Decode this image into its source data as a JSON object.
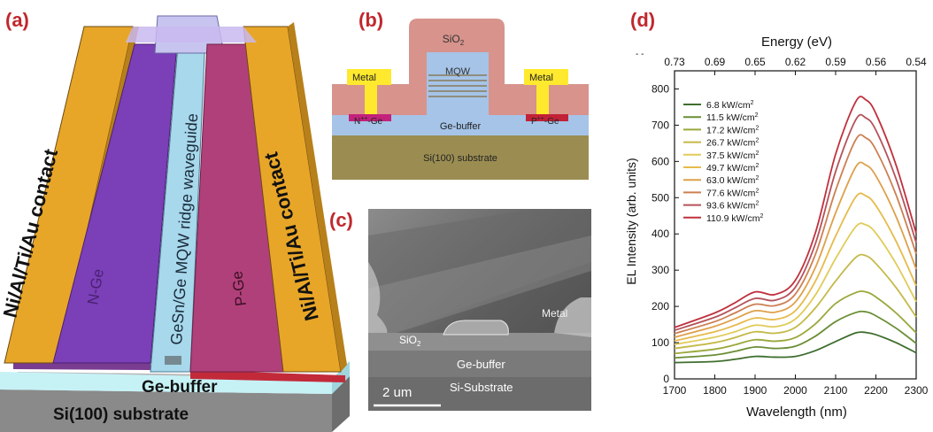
{
  "panels": {
    "a": {
      "label": "(a)",
      "left_contact": "Ni/Al/Ti/Au contact",
      "right_contact": "Ni/Al/Ti/Au contact",
      "n_region": "N-Ge",
      "p_region": "P-Ge",
      "ridge": "GeSn/Ge MQW ridge waveguide",
      "buffer": "Ge-buffer",
      "substrate": "Si(100) substrate",
      "colors": {
        "contact": "#e8a628",
        "n": "#7b3fb8",
        "p": "#b0407a",
        "ridge": "#a8d8ec",
        "buffer": "#bfeff5",
        "substrate": "#8e8e8e"
      }
    },
    "b": {
      "label": "(b)",
      "oxide_main": "SiO",
      "oxide_sub": "2",
      "mqw": "MQW",
      "metal_left": "Metal",
      "metal_right": "Metal",
      "n_contact_main": "N",
      "n_contact_sup": "++",
      "n_contact_rest": "-Ge",
      "p_contact_main": "P",
      "p_contact_sup": "++",
      "p_contact_rest": "-Ge",
      "buffer": "Ge-buffer",
      "substrate": "Si(100) substrate"
    },
    "c": {
      "label": "(c)",
      "metal": "Metal",
      "oxide_main": "SiO",
      "oxide_sub": "2",
      "buffer": "Ge-buffer",
      "substrate": "Si-Substrate",
      "scale_bar": "2 um"
    },
    "d": {
      "label": "(d)"
    }
  },
  "chart_data": {
    "type": "line",
    "title": "",
    "xlabel": "Wavelength (nm)",
    "ylabel": "EL Intensity (arb. units)",
    "top_xlabel": "Energy (eV)",
    "top_xlabel_note": "- -",
    "xlim": [
      1700,
      2300
    ],
    "ylim": [
      0,
      850
    ],
    "x_ticks": [
      1700,
      1800,
      1900,
      2000,
      2100,
      2200,
      2300
    ],
    "y_ticks": [
      0,
      100,
      200,
      300,
      400,
      500,
      600,
      700,
      800
    ],
    "top_ticks": [
      "0.73",
      "0.69",
      "0.65",
      "0.62",
      "0.59",
      "0.56",
      "0.54"
    ],
    "top_tick_wavelengths": [
      1700,
      1800,
      1900,
      2000,
      2100,
      2200,
      2300
    ],
    "legend_position": "top-left",
    "x": [
      1700,
      1800,
      1850,
      1900,
      1950,
      2000,
      2050,
      2100,
      2150,
      2175,
      2200,
      2250,
      2300
    ],
    "series": [
      {
        "name": "6.8 kW/cm",
        "sup": "2",
        "color": "#3f6e2e",
        "values": [
          45,
          48,
          54,
          62,
          60,
          62,
          78,
          103,
          127,
          128,
          122,
          100,
          72
        ]
      },
      {
        "name": "11.5 kW/cm",
        "sup": "2",
        "color": "#6a8e35",
        "values": [
          58,
          66,
          76,
          88,
          84,
          90,
          118,
          158,
          183,
          185,
          174,
          140,
          98
        ]
      },
      {
        "name": "17.2 kW/cm",
        "sup": "2",
        "color": "#9aa83a",
        "values": [
          70,
          82,
          94,
          108,
          104,
          114,
          152,
          208,
          238,
          240,
          226,
          182,
          127
        ]
      },
      {
        "name": "26.7 kW/cm",
        "sup": "2",
        "color": "#c4b948",
        "values": [
          84,
          100,
          114,
          130,
          126,
          142,
          196,
          270,
          335,
          340,
          318,
          252,
          171
        ]
      },
      {
        "name": "37.5 kW/cm",
        "sup": "2",
        "color": "#e0cb58",
        "values": [
          95,
          115,
          130,
          148,
          144,
          165,
          232,
          332,
          420,
          425,
          402,
          318,
          213
        ]
      },
      {
        "name": "49.7 kW/cm",
        "sup": "2",
        "color": "#e6bb4c",
        "values": [
          105,
          130,
          148,
          168,
          164,
          188,
          270,
          394,
          502,
          505,
          478,
          380,
          257
        ]
      },
      {
        "name": "63.0 kW/cm",
        "sup": "2",
        "color": "#dea04a",
        "values": [
          115,
          145,
          166,
          188,
          184,
          212,
          308,
          458,
          585,
          590,
          560,
          448,
          303
        ]
      },
      {
        "name": "77.6 kW/cm",
        "sup": "2",
        "color": "#cc7f52",
        "values": [
          125,
          158,
          182,
          206,
          202,
          234,
          344,
          520,
          660,
          665,
          632,
          508,
          345
        ]
      },
      {
        "name": "93.6 kW/cm",
        "sup": "2",
        "color": "#b4525a",
        "values": [
          134,
          170,
          196,
          222,
          217,
          253,
          374,
          572,
          715,
          720,
          686,
          552,
          376
        ]
      },
      {
        "name": "110.9 kW/cm",
        "sup": "2",
        "color": "#c0313e",
        "values": [
          142,
          182,
          210,
          240,
          233,
          272,
          404,
          620,
          765,
          770,
          732,
          590,
          402
        ]
      }
    ]
  }
}
